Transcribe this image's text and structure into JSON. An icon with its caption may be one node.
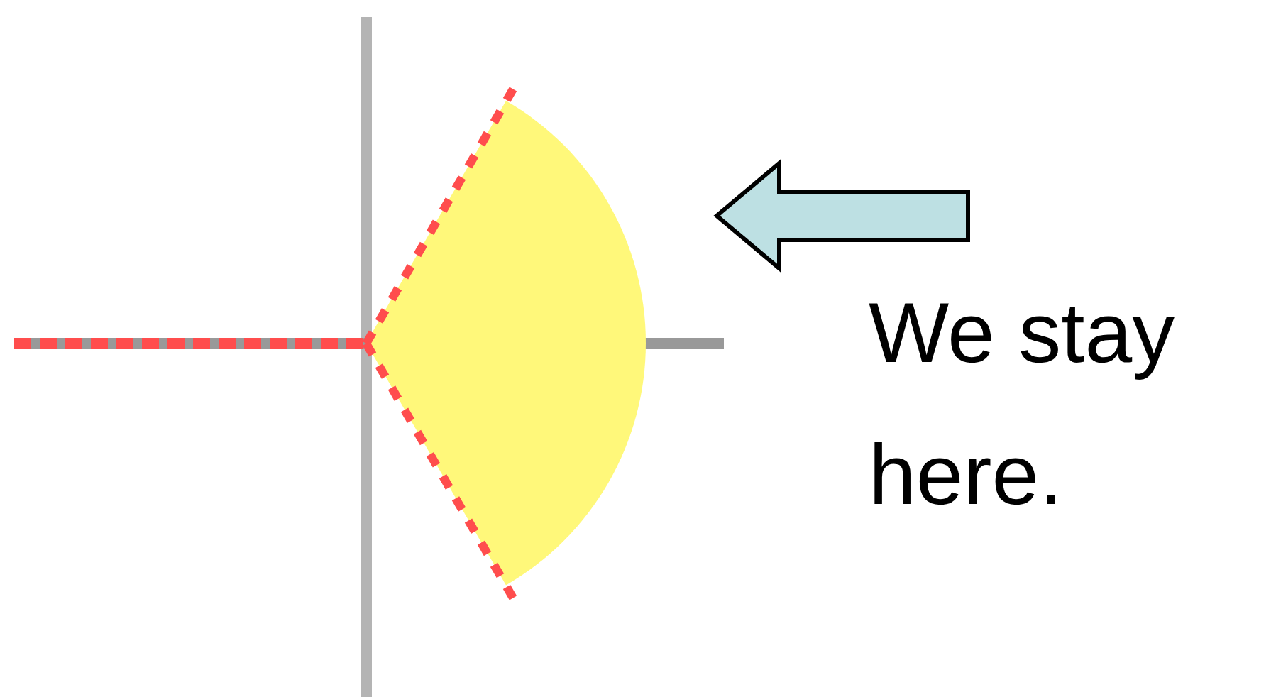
{
  "diagram": {
    "nodes": [
      {
        "text": [],
        "shape": "sector"
      },
      {
        "text": [
          "We stay here."
        ]
      }
    ],
    "edges": [
      {
        "from": 1,
        "to": 0,
        "arrow": "to"
      }
    ]
  }
}
